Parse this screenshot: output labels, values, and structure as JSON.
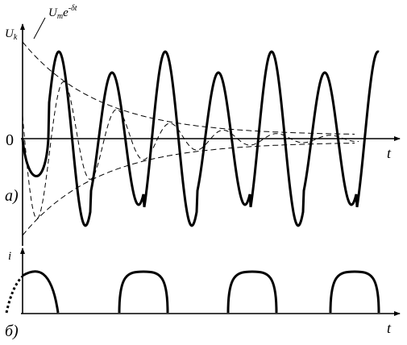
{
  "figure": {
    "colors": {
      "ink": "#000000",
      "background": "#ffffff"
    },
    "panel_a": {
      "label": "а)",
      "y_axis_label": "U",
      "y_axis_label_sub": "k",
      "x_axis_label": "t",
      "zero_label": "0",
      "annotation": {
        "base": "U",
        "sub": "m",
        "mid": "e",
        "sup": "-δt"
      }
    },
    "panel_b": {
      "label": "б)",
      "y_axis_label": "i",
      "x_axis_label": "t",
      "pulse_count": 4
    }
  }
}
